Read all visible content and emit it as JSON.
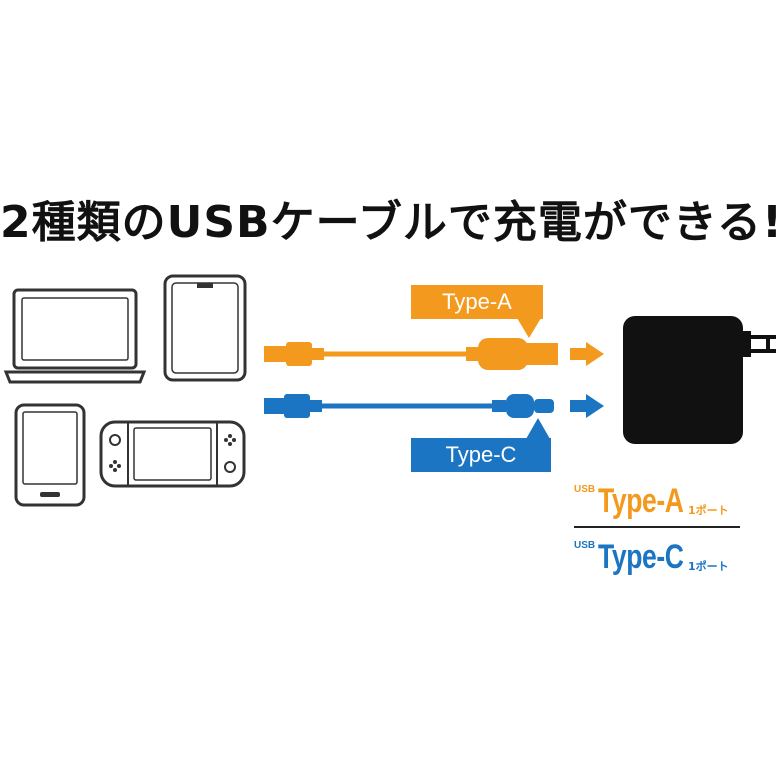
{
  "headline": "2種類のUSBケーブルで充電ができる!",
  "colors": {
    "type_a": "#f39a1e",
    "type_c": "#1b75c2",
    "device_outline": "#333333",
    "charger": "#111111"
  },
  "cables": [
    {
      "label": "Type-A",
      "icon": "usb-a-cable-icon"
    },
    {
      "label": "Type-C",
      "icon": "usb-c-cable-icon"
    }
  ],
  "devices": [
    {
      "icon": "laptop-icon"
    },
    {
      "icon": "tablet-icon"
    },
    {
      "icon": "smartphone-icon"
    },
    {
      "icon": "game-console-icon"
    }
  ],
  "charger_icon": "ac-adapter-icon",
  "legend": {
    "type_a": {
      "prefix": "USB",
      "name": "Type-A",
      "ports": "1ポート"
    },
    "type_c": {
      "prefix": "USB",
      "name": "Type-C",
      "ports": "1ポート"
    }
  }
}
